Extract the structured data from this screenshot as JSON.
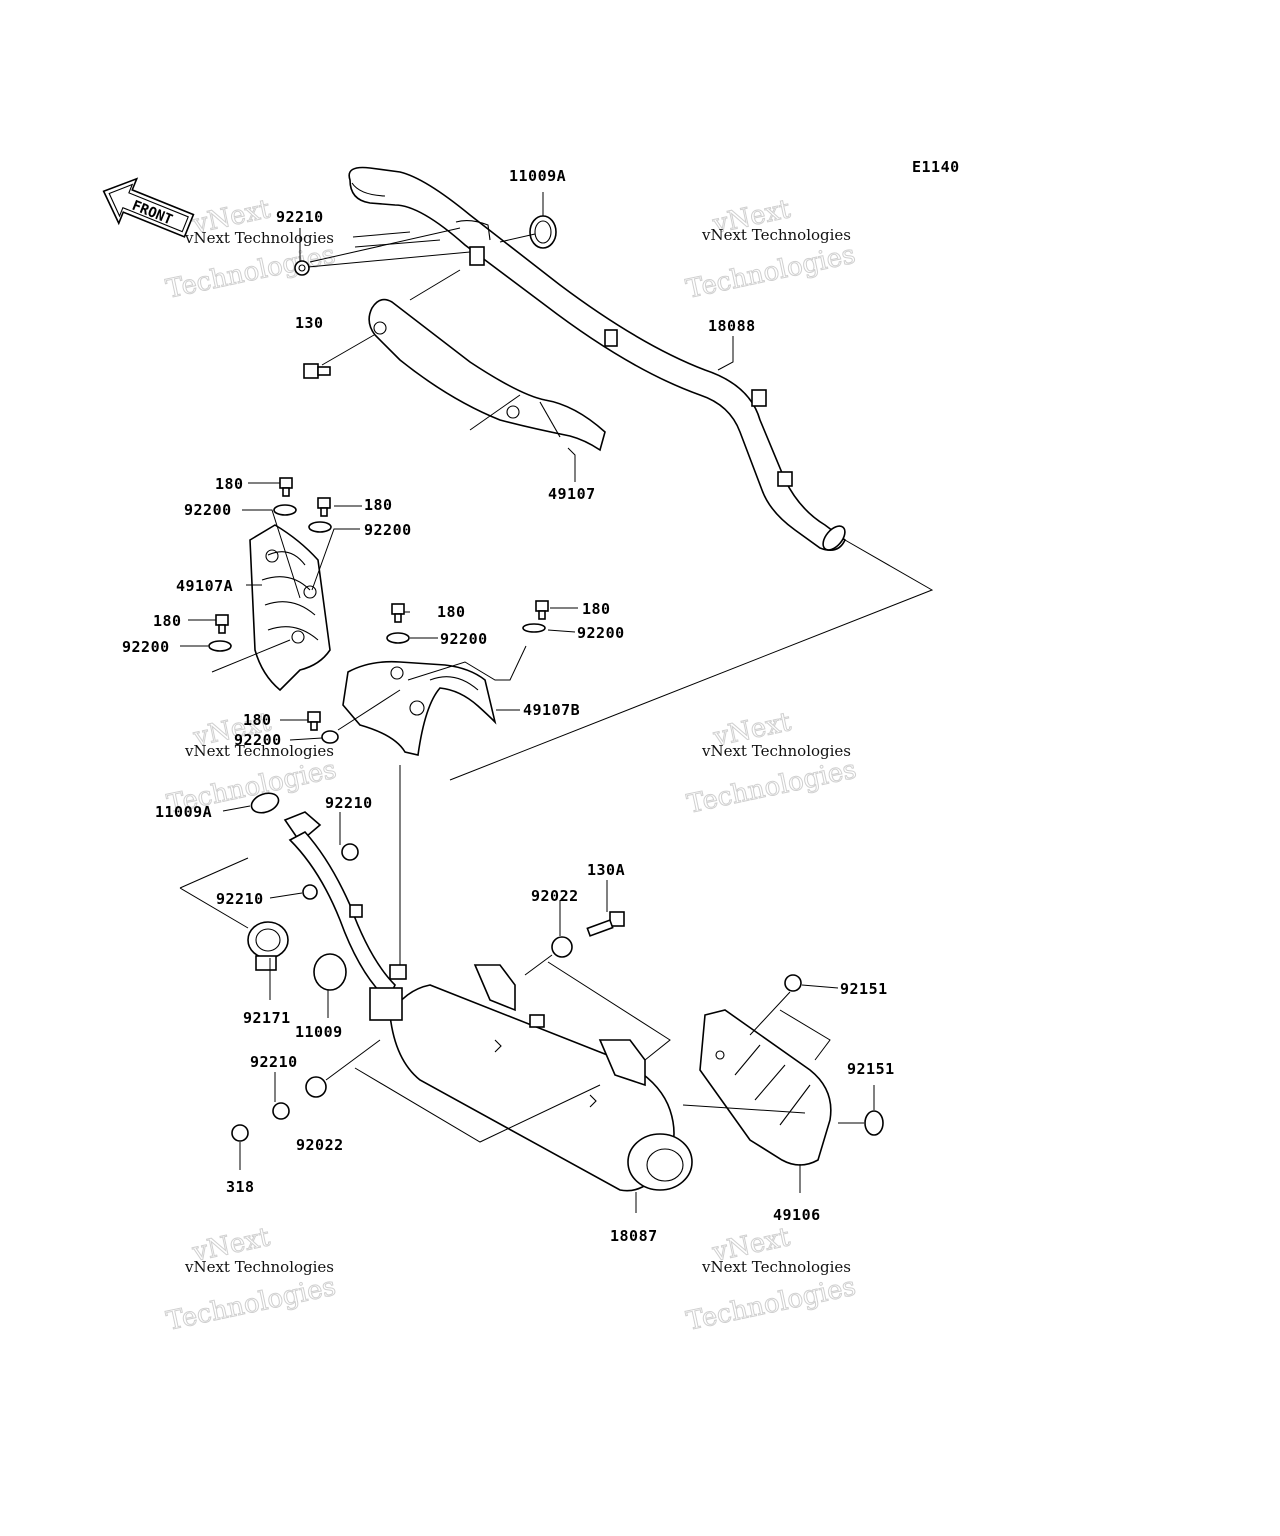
{
  "diagram_code": "E1140",
  "front_label": "FRONT",
  "watermark": {
    "brand": "vNext",
    "line": "vNext Technologies",
    "word": "Technologies"
  },
  "labels": {
    "p11009A_top": "11009A",
    "p92210_top": "92210",
    "p130": "130",
    "p18088": "18088",
    "p49107": "49107",
    "p180_a": "180",
    "p92200_a": "92200",
    "p180_b": "180",
    "p92200_b": "92200",
    "p49107A": "49107A",
    "p180_c": "180",
    "p92200_c": "92200",
    "p180_d": "180",
    "p92200_d": "92200",
    "p180_e": "180",
    "p92200_e": "92200",
    "p49107B": "49107B",
    "p180_f": "180",
    "p92200_f": "92200",
    "p11009A_mid": "11009A",
    "p92210_mid": "92210",
    "p92210_left": "92210",
    "p130A": "130A",
    "p92022_top": "92022",
    "p92151_top": "92151",
    "p92171": "92171",
    "p11009": "11009",
    "p92210_low": "92210",
    "p92151_right": "92151",
    "p92022_low": "92022",
    "p318": "318",
    "p18087": "18087",
    "p49106": "49106"
  }
}
